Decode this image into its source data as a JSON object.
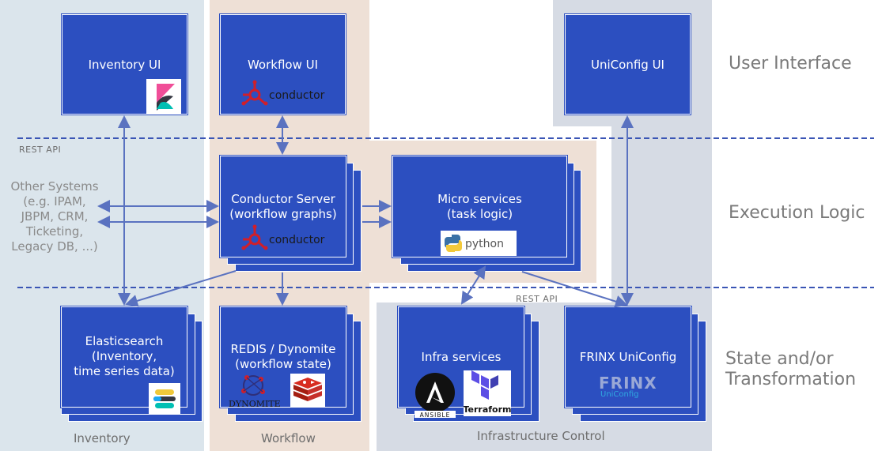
{
  "layers": {
    "ui": "User Interface",
    "logic": "Execution Logic",
    "state": "State and/or\nTransformation"
  },
  "zones": {
    "inventory": "Inventory",
    "workflow": "Workflow",
    "infra": "Infrastructure Control"
  },
  "api": {
    "top": "REST API",
    "bottom": "REST API"
  },
  "other_systems": "Other Systems\n(e.g. IPAM,\nJBPM, CRM,\nTicketing,\nLegacy DB, ...)",
  "boxes": {
    "inventory_ui": "Inventory UI",
    "workflow_ui": "Workflow UI",
    "uniconfig_ui": "UniConfig UI",
    "conductor_server": "Conductor Server\n(workflow graphs)",
    "micro_services": "Micro services\n(task logic)",
    "elasticsearch": "Elasticsearch\n(Inventory,\ntime series data)",
    "redis": "REDIS / Dynomite\n(workflow state)",
    "infra_services": "Infra services",
    "frinx_uniconfig": "FRINX UniConfig"
  },
  "logos": {
    "conductor": "conductor",
    "python": "python",
    "dynomite": "DYNOMITE",
    "ansible": "ANSIBLE",
    "terraform": "Terraform",
    "frinx": "FRINX",
    "uniconfig": "UniConfig"
  },
  "colors": {
    "box": "#2c4fc0",
    "inventory_zone": "#dbe5ec",
    "workflow_zone": "#eee0d6",
    "infra_zone": "#d6dbe4",
    "arrow": "#5a72c0"
  },
  "icons": [
    "kibana-icon",
    "conductor-icon",
    "python-icon",
    "elastic-icon",
    "dynomite-icon",
    "redis-icon",
    "ansible-icon",
    "terraform-icon",
    "frinx-icon"
  ]
}
